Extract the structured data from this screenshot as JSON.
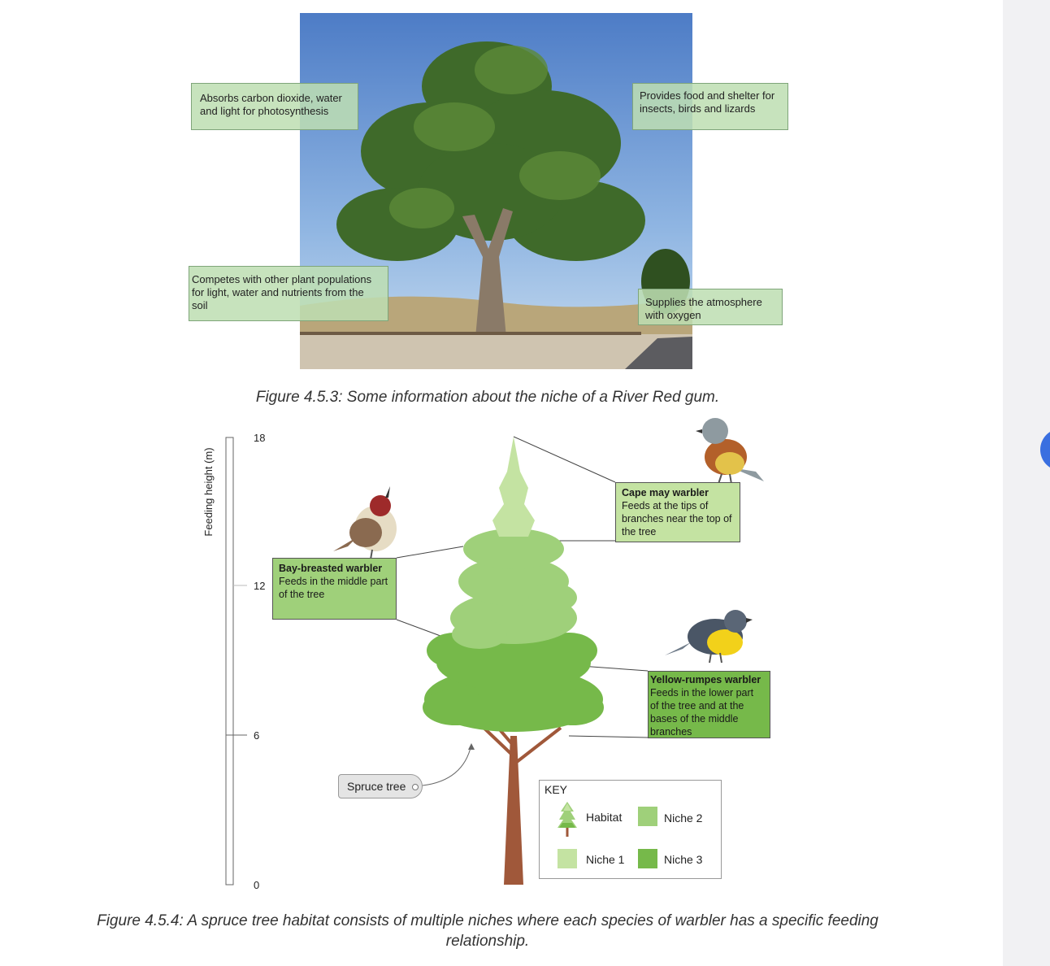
{
  "figure1": {
    "notes": [
      "Absorbs carbon dioxide, water and light for photosynthesis",
      "Provides food and shelter for insects, birds and lizards",
      "Competes with other plant populations for light, water and nutrients from the soil",
      "Supplies the atmosphere with oxygen"
    ],
    "caption": "Figure 4.5.3: Some information about the niche of a River Red gum."
  },
  "figure2": {
    "axis": {
      "label": "Feeding height (m)",
      "ticks": [
        "18",
        "12",
        "6",
        "0"
      ]
    },
    "birds": [
      {
        "name": "Cape may warbler",
        "desc": "Feeds at the tips of branches near the top of the tree"
      },
      {
        "name": "Bay-breasted warbler",
        "desc": "Feeds in the middle part of the tree"
      },
      {
        "name": "Yellow-rumpes warbler",
        "desc": "Feeds in the lower part of the tree and at the bases of the middle branches"
      }
    ],
    "tag": "Spruce tree",
    "key": {
      "title": "KEY",
      "items": [
        "Habitat",
        "Niche 1",
        "Niche 2",
        "Niche 3"
      ]
    },
    "colors": {
      "niche1": "#c4e3a2",
      "niche2": "#9fd07a",
      "niche3": "#76b94a",
      "trunk": "#a0583a"
    },
    "caption": "Figure 4.5.4: A spruce tree habitat consists of multiple niches where each species of warbler has a specific feeding relationship."
  }
}
